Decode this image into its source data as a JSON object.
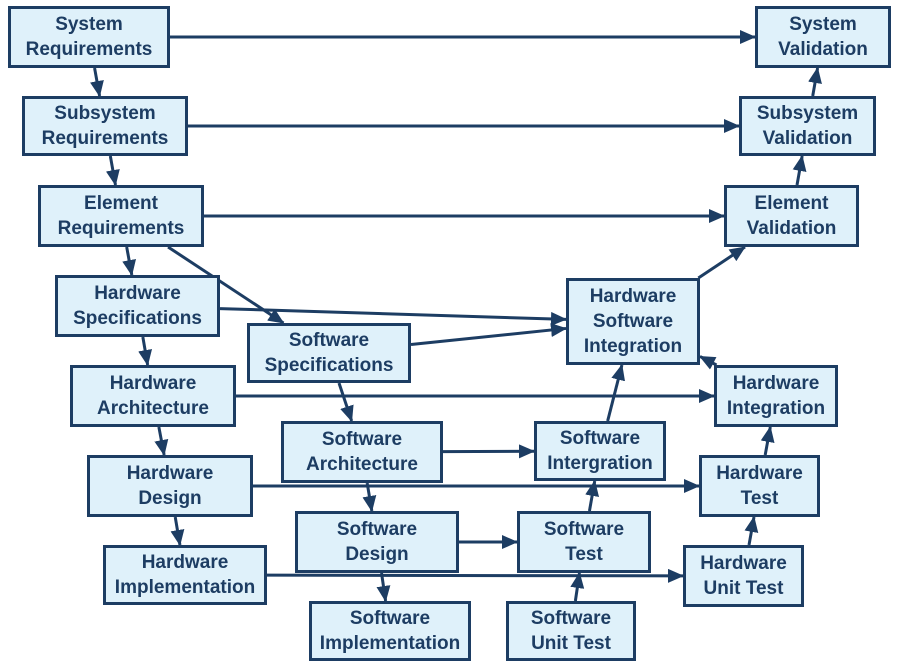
{
  "colors": {
    "box_fill": "#dff1fa",
    "box_border": "#1d3d63",
    "text": "#1d3d63",
    "arrow": "#1d3d63",
    "background": "#ffffff"
  },
  "nodes": {
    "system_requirements": "System\nRequirements",
    "subsystem_requirements": "Subsystem\nRequirements",
    "element_requirements": "Element\nRequirements",
    "hardware_specifications": "Hardware\nSpecifications",
    "hardware_architecture": "Hardware\nArchitecture",
    "hardware_design": "Hardware\nDesign",
    "hardware_implementation": "Hardware\nImplementation",
    "software_specifications": "Software\nSpecifications",
    "software_architecture": "Software\nArchitecture",
    "software_design": "Software\nDesign",
    "software_implementation": "Software\nImplementation",
    "software_unit_test": "Software\nUnit Test",
    "software_test": "Software\nTest",
    "software_intergration": "Software\nIntergration",
    "hardware_software_integration": "Hardware\nSoftware\nIntegration",
    "hardware_unit_test": "Hardware\nUnit Test",
    "hardware_test": "Hardware\nTest",
    "hardware_integration": "Hardware\nIntegration",
    "element_validation": "Element\nValidation",
    "subsystem_validation": "Subsystem\nValidation",
    "system_validation": "System\nValidation"
  },
  "edges": [
    {
      "from": "system_requirements",
      "to": "subsystem_requirements"
    },
    {
      "from": "subsystem_requirements",
      "to": "element_requirements"
    },
    {
      "from": "element_requirements",
      "to": "hardware_specifications"
    },
    {
      "from": "element_requirements",
      "to": "software_specifications"
    },
    {
      "from": "hardware_specifications",
      "to": "hardware_architecture"
    },
    {
      "from": "hardware_architecture",
      "to": "hardware_design"
    },
    {
      "from": "hardware_design",
      "to": "hardware_implementation"
    },
    {
      "from": "software_specifications",
      "to": "software_architecture"
    },
    {
      "from": "software_architecture",
      "to": "software_design"
    },
    {
      "from": "software_design",
      "to": "software_implementation"
    },
    {
      "from": "system_requirements",
      "to": "system_validation"
    },
    {
      "from": "subsystem_requirements",
      "to": "subsystem_validation"
    },
    {
      "from": "element_requirements",
      "to": "element_validation"
    },
    {
      "from": "hardware_specifications",
      "to": "hardware_software_integration"
    },
    {
      "from": "software_specifications",
      "to": "hardware_software_integration"
    },
    {
      "from": "hardware_architecture",
      "to": "hardware_integration"
    },
    {
      "from": "software_architecture",
      "to": "software_intergration"
    },
    {
      "from": "hardware_design",
      "to": "hardware_test"
    },
    {
      "from": "software_design",
      "to": "software_test"
    },
    {
      "from": "hardware_implementation",
      "to": "hardware_unit_test"
    },
    {
      "from": "software_unit_test",
      "to": "software_test"
    },
    {
      "from": "software_test",
      "to": "software_intergration"
    },
    {
      "from": "software_intergration",
      "to": "hardware_software_integration"
    },
    {
      "from": "hardware_unit_test",
      "to": "hardware_test"
    },
    {
      "from": "hardware_test",
      "to": "hardware_integration"
    },
    {
      "from": "hardware_integration",
      "to": "hardware_software_integration"
    },
    {
      "from": "hardware_software_integration",
      "to": "element_validation"
    },
    {
      "from": "element_validation",
      "to": "subsystem_validation"
    },
    {
      "from": "subsystem_validation",
      "to": "system_validation"
    }
  ]
}
